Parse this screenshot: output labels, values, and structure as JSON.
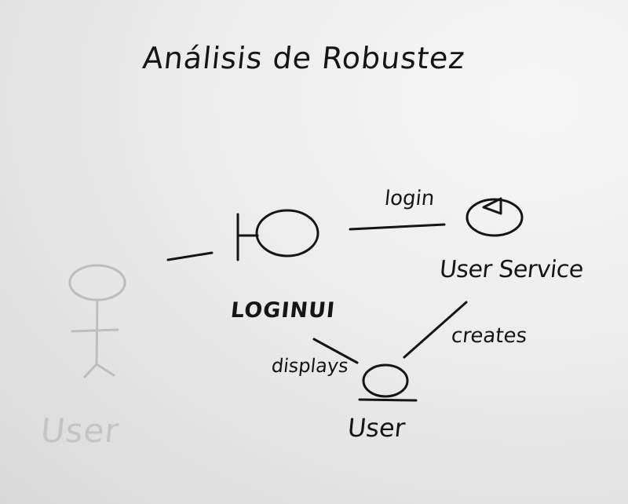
{
  "title": "Análisis de Robustez",
  "nodes": {
    "actor": {
      "label": "User"
    },
    "boundary": {
      "label": "LOGINUI"
    },
    "control": {
      "label": "User Service"
    },
    "entity": {
      "label": "User"
    }
  },
  "edges": {
    "login": "login",
    "creates": "creates",
    "displays": "displays"
  },
  "colors": {
    "ink": "#151515",
    "faded_actor": "#bdbdbd"
  }
}
